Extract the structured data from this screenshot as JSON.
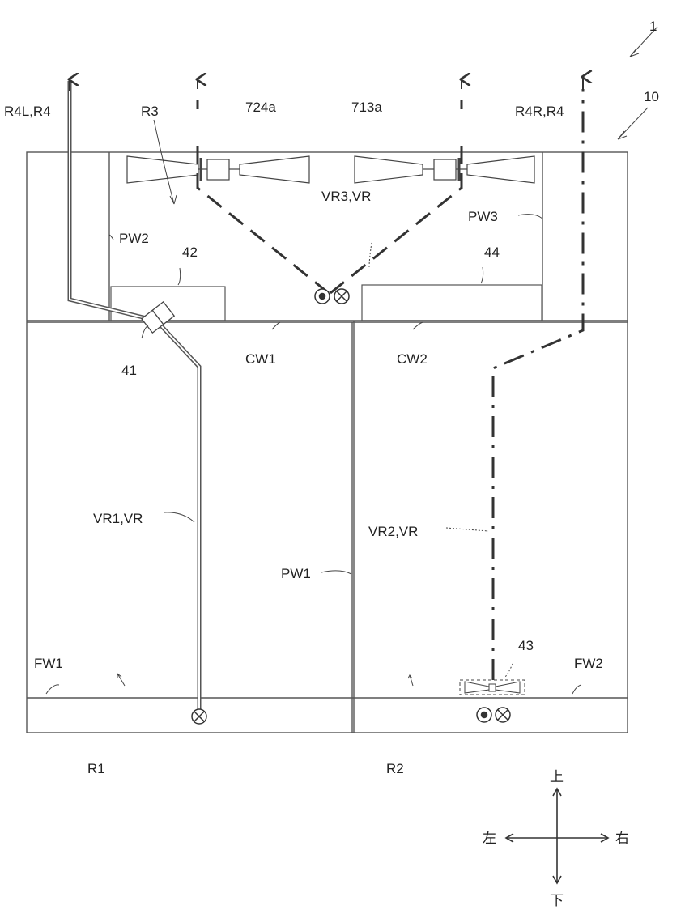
{
  "labels": {
    "fig_ref": "1",
    "housing": "10",
    "r4l": "R4L,R4",
    "r3": "R3",
    "fan_left": "724a",
    "fan_right": "713a",
    "r4r": "R4R,R4",
    "vr3": "VR3,VR",
    "pw3": "PW3",
    "pw2": "PW2",
    "c42": "42",
    "c44": "44",
    "c41": "41",
    "cw1": "CW1",
    "cw2": "CW2",
    "vr1": "VR1,VR",
    "vr2": "VR2,VR",
    "pw1": "PW1",
    "fw1": "FW1",
    "fw2": "FW2",
    "c43": "43",
    "r1": "R1",
    "r2": "R2"
  },
  "directions": {
    "up": "上",
    "down": "下",
    "left": "左",
    "right": "右"
  },
  "colors": {
    "line": "#333333",
    "duct": "#555555",
    "background": "#ffffff"
  }
}
